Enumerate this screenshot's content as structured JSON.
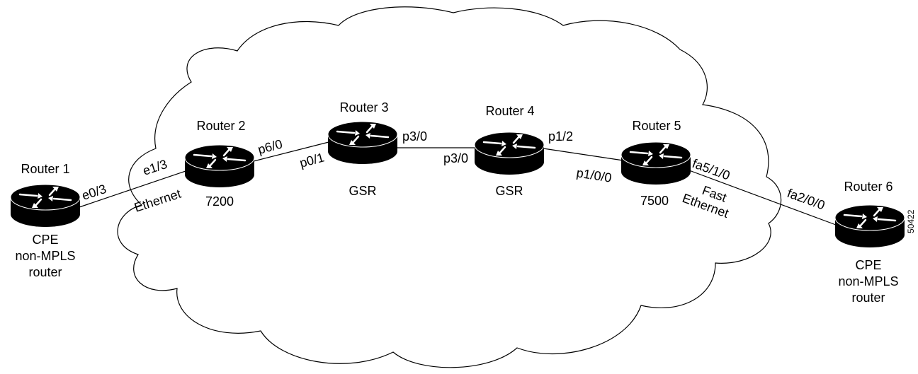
{
  "routers": [
    {
      "id": "r1",
      "title": "Router 1",
      "desc": [
        "CPE",
        "non-MPLS",
        "router"
      ]
    },
    {
      "id": "r2",
      "title": "Router 2",
      "desc": [
        "7200"
      ]
    },
    {
      "id": "r3",
      "title": "Router 3",
      "desc": [
        "GSR"
      ]
    },
    {
      "id": "r4",
      "title": "Router 4",
      "desc": [
        "GSR"
      ]
    },
    {
      "id": "r5",
      "title": "Router 5",
      "desc": [
        "7500"
      ]
    },
    {
      "id": "r6",
      "title": "Router 6",
      "desc": [
        "CPE",
        "non-MPLS",
        "router"
      ]
    }
  ],
  "interfaces": {
    "r1_e03": "e0/3",
    "r2_e13": "e1/3",
    "r2_p60": "p6/0",
    "r3_p01": "p0/1",
    "r3_p30": "p3/0",
    "r4_p30": "p3/0",
    "r4_p12": "p1/2",
    "r5_p100": "p1/0/0",
    "r5_fa510": "fa5/1/0",
    "r6_fa200": "fa2/0/0"
  },
  "link_types": {
    "ethernet": "Ethernet",
    "fast": "Fast",
    "fast_ethernet": "Ethernet"
  },
  "figure_id": "50422"
}
